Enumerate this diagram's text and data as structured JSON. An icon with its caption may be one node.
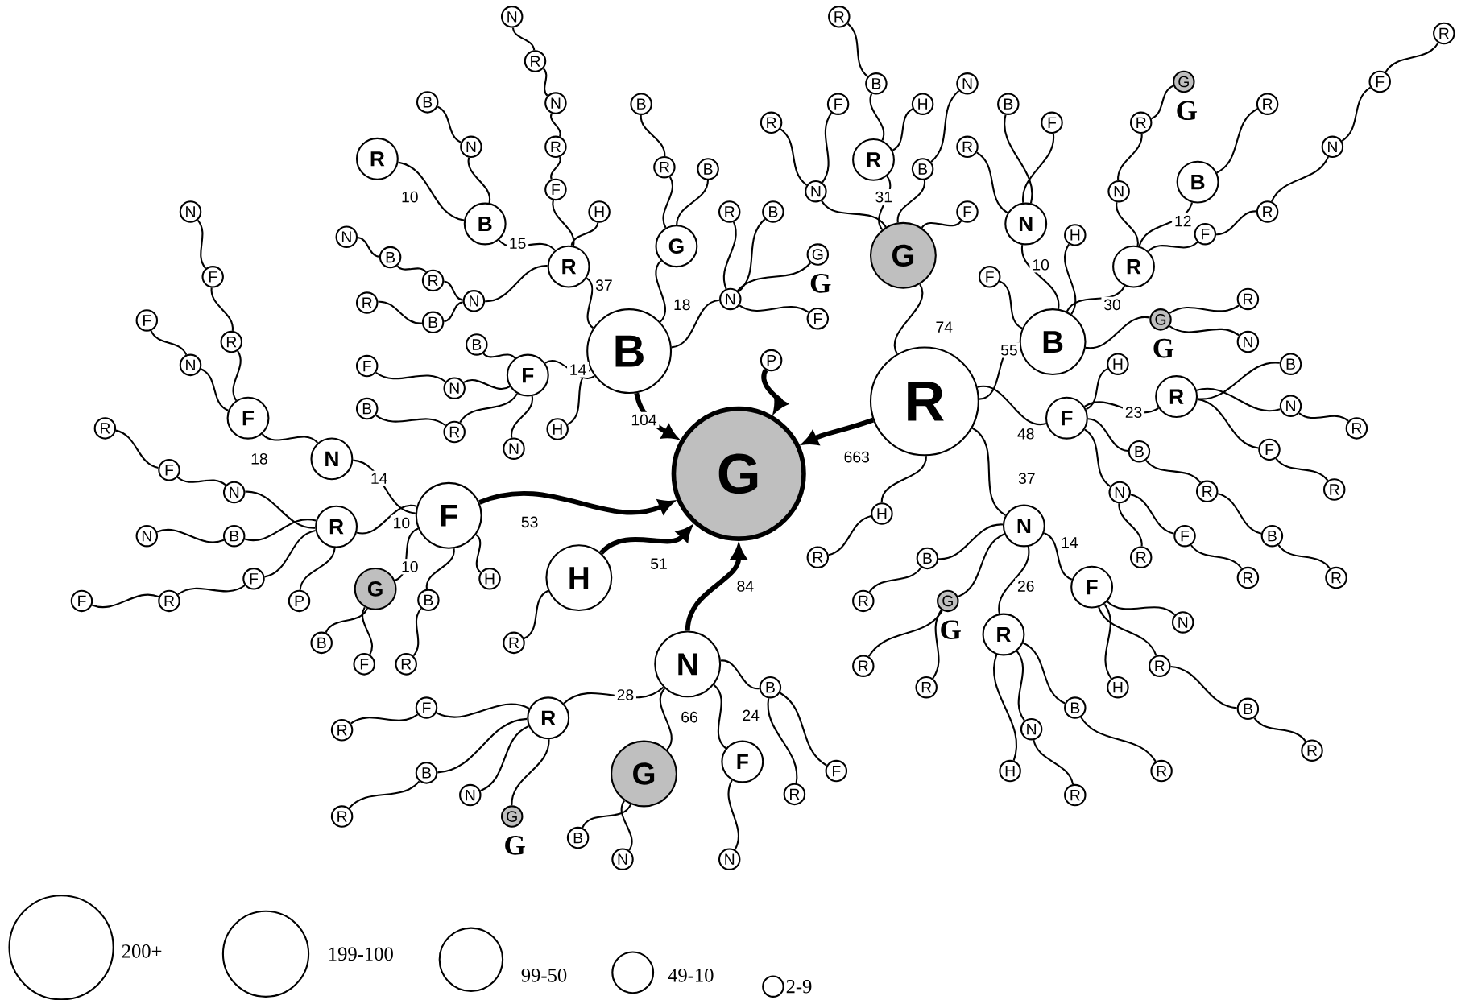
{
  "diagram": {
    "nodes": [
      {
        "text": [
          "G"
        ]
      },
      {
        "text": [
          "B"
        ]
      },
      {
        "text": [
          "R"
        ]
      },
      {
        "text": [
          "B"
        ]
      },
      {
        "text": [
          "R"
        ]
      },
      {
        "text": [
          "N"
        ]
      },
      {
        "text": [
          "B"
        ]
      },
      {
        "text": [
          "F"
        ]
      },
      {
        "text": [
          "R"
        ]
      },
      {
        "text": [
          "N"
        ]
      },
      {
        "text": [
          "R"
        ]
      },
      {
        "text": [
          "N"
        ]
      },
      {
        "text": [
          "H"
        ]
      },
      {
        "text": [
          "N"
        ]
      },
      {
        "text": [
          "R"
        ]
      },
      {
        "text": [
          "B"
        ]
      },
      {
        "text": [
          "N"
        ]
      },
      {
        "text": [
          "B"
        ]
      },
      {
        "text": [
          "R"
        ]
      },
      {
        "text": [
          "G"
        ]
      },
      {
        "text": [
          "R"
        ]
      },
      {
        "text": [
          "B"
        ]
      },
      {
        "text": [
          "B"
        ]
      },
      {
        "text": [
          "N"
        ]
      },
      {
        "text": [
          "R"
        ]
      },
      {
        "text": [
          "B"
        ]
      },
      {
        "text": [
          "G"
        ],
        "beside": [
          "G"
        ]
      },
      {
        "text": [
          "F"
        ]
      },
      {
        "text": [
          "F"
        ]
      },
      {
        "text": [
          "B"
        ]
      },
      {
        "text": [
          "N"
        ]
      },
      {
        "text": [
          "F"
        ]
      },
      {
        "text": [
          "R"
        ]
      },
      {
        "text": [
          "B"
        ]
      },
      {
        "text": [
          "N"
        ]
      },
      {
        "text": [
          "H"
        ]
      },
      {
        "text": [
          "P"
        ]
      },
      {
        "text": [
          "R"
        ]
      },
      {
        "text": [
          "G"
        ]
      },
      {
        "text": [
          "N"
        ]
      },
      {
        "text": [
          "R"
        ]
      },
      {
        "text": [
          "F"
        ]
      },
      {
        "text": [
          "R"
        ]
      },
      {
        "text": [
          "B"
        ]
      },
      {
        "text": [
          "R"
        ]
      },
      {
        "text": [
          "H"
        ]
      },
      {
        "text": [
          "B"
        ]
      },
      {
        "text": [
          "N"
        ]
      },
      {
        "text": [
          "F"
        ]
      },
      {
        "text": [
          "B"
        ]
      },
      {
        "text": [
          "F"
        ]
      },
      {
        "text": [
          "N"
        ]
      },
      {
        "text": [
          "R"
        ]
      },
      {
        "text": [
          "B"
        ]
      },
      {
        "text": [
          "F"
        ]
      },
      {
        "text": [
          "H"
        ]
      },
      {
        "text": [
          "R"
        ]
      },
      {
        "text": [
          "N"
        ]
      },
      {
        "text": [
          "R"
        ]
      },
      {
        "text": [
          "G"
        ],
        "beside": [
          "G"
        ]
      },
      {
        "text": [
          "B"
        ]
      },
      {
        "text": [
          "R"
        ]
      },
      {
        "text": [
          "F"
        ]
      },
      {
        "text": [
          "R"
        ]
      },
      {
        "text": [
          "N"
        ]
      },
      {
        "text": [
          "F"
        ]
      },
      {
        "text": [
          "R"
        ]
      },
      {
        "text": [
          "G"
        ],
        "beside": [
          "G"
        ]
      },
      {
        "text": [
          "R"
        ]
      },
      {
        "text": [
          "N"
        ]
      },
      {
        "text": [
          "F"
        ]
      },
      {
        "text": [
          "H"
        ]
      },
      {
        "text": [
          "R"
        ]
      },
      {
        "text": [
          "B"
        ]
      },
      {
        "text": [
          "N"
        ]
      },
      {
        "text": [
          "R"
        ]
      },
      {
        "text": [
          "F"
        ]
      },
      {
        "text": [
          "R"
        ]
      },
      {
        "text": [
          "B"
        ]
      },
      {
        "text": [
          "R"
        ]
      },
      {
        "text": [
          "B"
        ]
      },
      {
        "text": [
          "R"
        ]
      },
      {
        "text": [
          "N"
        ]
      },
      {
        "text": [
          "R"
        ]
      },
      {
        "text": [
          "F"
        ]
      },
      {
        "text": [
          "R"
        ]
      },
      {
        "text": [
          "N"
        ]
      },
      {
        "text": [
          "B"
        ]
      },
      {
        "text": [
          "R"
        ]
      },
      {
        "text": [
          "G"
        ],
        "beside": [
          "G"
        ]
      },
      {
        "text": [
          "R"
        ]
      },
      {
        "text": [
          "R"
        ]
      },
      {
        "text": [
          "R"
        ]
      },
      {
        "text": [
          "H"
        ]
      },
      {
        "text": [
          "N"
        ]
      },
      {
        "text": [
          "R"
        ]
      },
      {
        "text": [
          "B"
        ]
      },
      {
        "text": [
          "R"
        ]
      },
      {
        "text": [
          "F"
        ]
      },
      {
        "text": [
          "N"
        ]
      },
      {
        "text": [
          "H"
        ]
      },
      {
        "text": [
          "R"
        ]
      },
      {
        "text": [
          "B"
        ]
      },
      {
        "text": [
          "R"
        ]
      },
      {
        "text": [
          "H"
        ]
      },
      {
        "text": [
          "R"
        ]
      },
      {
        "text": [
          "F"
        ]
      },
      {
        "text": [
          "N"
        ]
      },
      {
        "text": [
          "F"
        ]
      },
      {
        "text": [
          "N"
        ]
      },
      {
        "text": [
          "F"
        ]
      },
      {
        "text": [
          "R"
        ]
      },
      {
        "text": [
          "F"
        ]
      },
      {
        "text": [
          "N"
        ]
      },
      {
        "text": [
          "R"
        ]
      },
      {
        "text": [
          "N"
        ]
      },
      {
        "text": [
          "F"
        ]
      },
      {
        "text": [
          "R"
        ]
      },
      {
        "text": [
          "B"
        ]
      },
      {
        "text": [
          "N"
        ]
      },
      {
        "text": [
          "F"
        ]
      },
      {
        "text": [
          "R"
        ]
      },
      {
        "text": [
          "F"
        ]
      },
      {
        "text": [
          "P"
        ]
      },
      {
        "text": [
          "G"
        ]
      },
      {
        "text": [
          "B"
        ]
      },
      {
        "text": [
          "F"
        ]
      },
      {
        "text": [
          "B"
        ]
      },
      {
        "text": [
          "R"
        ]
      },
      {
        "text": [
          "H"
        ]
      },
      {
        "text": [
          "H"
        ]
      },
      {
        "text": [
          "R"
        ]
      },
      {
        "text": [
          "N"
        ]
      },
      {
        "text": [
          "R"
        ]
      },
      {
        "text": [
          "F"
        ]
      },
      {
        "text": [
          "R"
        ]
      },
      {
        "text": [
          "B"
        ]
      },
      {
        "text": [
          "R"
        ]
      },
      {
        "text": [
          "N"
        ]
      },
      {
        "text": [
          "G"
        ],
        "beside": [
          "G"
        ]
      },
      {
        "text": [
          "G"
        ]
      },
      {
        "text": [
          "B"
        ]
      },
      {
        "text": [
          "N"
        ]
      },
      {
        "text": [
          "F"
        ]
      },
      {
        "text": [
          "N"
        ]
      },
      {
        "text": [
          "B"
        ]
      },
      {
        "text": [
          "R"
        ]
      },
      {
        "text": [
          "F"
        ]
      }
    ],
    "edges": [
      {
        "from": 1,
        "to": 0,
        "arrow": "to",
        "label": "104",
        "style": "thick"
      },
      {
        "from": 36,
        "to": 0,
        "arrow": "to",
        "style": "thick"
      },
      {
        "from": 37,
        "to": 0,
        "arrow": "to",
        "label": "663",
        "style": "thick"
      },
      {
        "from": 106,
        "to": 0,
        "arrow": "to",
        "label": "53",
        "style": "thick"
      },
      {
        "from": 130,
        "to": 0,
        "arrow": "to",
        "label": "51",
        "style": "thick"
      },
      {
        "from": 132,
        "to": 0,
        "arrow": "to",
        "label": "84",
        "style": "thick"
      },
      {
        "from": 1,
        "to": 2,
        "arrow": "none",
        "label": "37"
      },
      {
        "from": 2,
        "to": 3,
        "arrow": "none",
        "label": "15"
      },
      {
        "from": 3,
        "to": 4,
        "arrow": "none",
        "label": "10"
      },
      {
        "from": 3,
        "to": 5,
        "arrow": "none"
      },
      {
        "from": 5,
        "to": 6,
        "arrow": "none"
      },
      {
        "from": 2,
        "to": 7,
        "arrow": "none"
      },
      {
        "from": 7,
        "to": 8,
        "arrow": "none"
      },
      {
        "from": 8,
        "to": 9,
        "arrow": "none"
      },
      {
        "from": 9,
        "to": 10,
        "arrow": "none"
      },
      {
        "from": 10,
        "to": 11,
        "arrow": "none"
      },
      {
        "from": 2,
        "to": 12,
        "arrow": "none"
      },
      {
        "from": 2,
        "to": 13,
        "arrow": "none"
      },
      {
        "from": 13,
        "to": 14,
        "arrow": "none"
      },
      {
        "from": 14,
        "to": 15,
        "arrow": "none"
      },
      {
        "from": 15,
        "to": 16,
        "arrow": "none"
      },
      {
        "from": 13,
        "to": 17,
        "arrow": "none"
      },
      {
        "from": 17,
        "to": 18,
        "arrow": "none"
      },
      {
        "from": 1,
        "to": 19,
        "arrow": "none",
        "label": "18"
      },
      {
        "from": 19,
        "to": 20,
        "arrow": "none"
      },
      {
        "from": 20,
        "to": 21,
        "arrow": "none"
      },
      {
        "from": 19,
        "to": 22,
        "arrow": "none"
      },
      {
        "from": 1,
        "to": 23,
        "arrow": "none"
      },
      {
        "from": 23,
        "to": 24,
        "arrow": "none"
      },
      {
        "from": 23,
        "to": 25,
        "arrow": "none"
      },
      {
        "from": 23,
        "to": 26,
        "arrow": "none"
      },
      {
        "from": 23,
        "to": 27,
        "arrow": "none"
      },
      {
        "from": 1,
        "to": 28,
        "arrow": "none",
        "label": "14"
      },
      {
        "from": 28,
        "to": 29,
        "arrow": "none"
      },
      {
        "from": 28,
        "to": 30,
        "arrow": "none"
      },
      {
        "from": 30,
        "to": 31,
        "arrow": "none"
      },
      {
        "from": 28,
        "to": 32,
        "arrow": "none"
      },
      {
        "from": 32,
        "to": 33,
        "arrow": "none"
      },
      {
        "from": 28,
        "to": 34,
        "arrow": "none"
      },
      {
        "from": 1,
        "to": 35,
        "arrow": "none"
      },
      {
        "from": 37,
        "to": 38,
        "arrow": "none",
        "label": "74"
      },
      {
        "from": 38,
        "to": 39,
        "arrow": "none"
      },
      {
        "from": 39,
        "to": 40,
        "arrow": "none"
      },
      {
        "from": 39,
        "to": 41,
        "arrow": "none"
      },
      {
        "from": 38,
        "to": 42,
        "arrow": "none",
        "label": "31"
      },
      {
        "from": 42,
        "to": 43,
        "arrow": "none"
      },
      {
        "from": 43,
        "to": 44,
        "arrow": "none"
      },
      {
        "from": 42,
        "to": 45,
        "arrow": "none"
      },
      {
        "from": 38,
        "to": 46,
        "arrow": "none"
      },
      {
        "from": 46,
        "to": 47,
        "arrow": "none"
      },
      {
        "from": 38,
        "to": 48,
        "arrow": "none"
      },
      {
        "from": 37,
        "to": 49,
        "arrow": "none",
        "label": "55"
      },
      {
        "from": 49,
        "to": 50,
        "arrow": "none"
      },
      {
        "from": 49,
        "to": 51,
        "arrow": "none",
        "label": "10"
      },
      {
        "from": 51,
        "to": 52,
        "arrow": "none"
      },
      {
        "from": 51,
        "to": 53,
        "arrow": "none"
      },
      {
        "from": 51,
        "to": 54,
        "arrow": "none"
      },
      {
        "from": 49,
        "to": 55,
        "arrow": "none"
      },
      {
        "from": 49,
        "to": 56,
        "arrow": "none",
        "label": "30"
      },
      {
        "from": 56,
        "to": 57,
        "arrow": "none"
      },
      {
        "from": 57,
        "to": 58,
        "arrow": "none"
      },
      {
        "from": 58,
        "to": 59,
        "arrow": "none"
      },
      {
        "from": 56,
        "to": 60,
        "arrow": "none",
        "label": "12"
      },
      {
        "from": 60,
        "to": 61,
        "arrow": "none"
      },
      {
        "from": 56,
        "to": 62,
        "arrow": "none"
      },
      {
        "from": 62,
        "to": 63,
        "arrow": "none"
      },
      {
        "from": 63,
        "to": 64,
        "arrow": "none"
      },
      {
        "from": 64,
        "to": 65,
        "arrow": "none"
      },
      {
        "from": 65,
        "to": 66,
        "arrow": "none"
      },
      {
        "from": 49,
        "to": 67,
        "arrow": "none"
      },
      {
        "from": 67,
        "to": 68,
        "arrow": "none"
      },
      {
        "from": 67,
        "to": 69,
        "arrow": "none"
      },
      {
        "from": 37,
        "to": 70,
        "arrow": "none",
        "label": "48"
      },
      {
        "from": 70,
        "to": 71,
        "arrow": "none"
      },
      {
        "from": 70,
        "to": 72,
        "arrow": "none",
        "label": "23"
      },
      {
        "from": 72,
        "to": 73,
        "arrow": "none"
      },
      {
        "from": 72,
        "to": 74,
        "arrow": "none"
      },
      {
        "from": 74,
        "to": 75,
        "arrow": "none"
      },
      {
        "from": 72,
        "to": 76,
        "arrow": "none"
      },
      {
        "from": 76,
        "to": 77,
        "arrow": "none"
      },
      {
        "from": 70,
        "to": 78,
        "arrow": "none"
      },
      {
        "from": 78,
        "to": 79,
        "arrow": "none"
      },
      {
        "from": 79,
        "to": 80,
        "arrow": "none"
      },
      {
        "from": 80,
        "to": 81,
        "arrow": "none"
      },
      {
        "from": 70,
        "to": 82,
        "arrow": "none"
      },
      {
        "from": 82,
        "to": 83,
        "arrow": "none"
      },
      {
        "from": 82,
        "to": 84,
        "arrow": "none"
      },
      {
        "from": 84,
        "to": 85,
        "arrow": "none"
      },
      {
        "from": 37,
        "to": 86,
        "arrow": "none",
        "label": "37"
      },
      {
        "from": 86,
        "to": 87,
        "arrow": "none"
      },
      {
        "from": 87,
        "to": 88,
        "arrow": "none"
      },
      {
        "from": 86,
        "to": 89,
        "arrow": "none"
      },
      {
        "from": 89,
        "to": 90,
        "arrow": "none"
      },
      {
        "from": 89,
        "to": 91,
        "arrow": "none"
      },
      {
        "from": 86,
        "to": 92,
        "arrow": "none",
        "label": "26"
      },
      {
        "from": 92,
        "to": 93,
        "arrow": "none"
      },
      {
        "from": 92,
        "to": 94,
        "arrow": "none"
      },
      {
        "from": 94,
        "to": 95,
        "arrow": "none"
      },
      {
        "from": 92,
        "to": 96,
        "arrow": "none"
      },
      {
        "from": 96,
        "to": 97,
        "arrow": "none"
      },
      {
        "from": 86,
        "to": 98,
        "arrow": "none",
        "label": "14"
      },
      {
        "from": 98,
        "to": 99,
        "arrow": "none"
      },
      {
        "from": 98,
        "to": 100,
        "arrow": "none"
      },
      {
        "from": 98,
        "to": 101,
        "arrow": "none"
      },
      {
        "from": 101,
        "to": 102,
        "arrow": "none"
      },
      {
        "from": 102,
        "to": 103,
        "arrow": "none"
      },
      {
        "from": 37,
        "to": 104,
        "arrow": "none"
      },
      {
        "from": 104,
        "to": 105,
        "arrow": "none"
      },
      {
        "from": 106,
        "to": 107,
        "arrow": "none",
        "label": "14"
      },
      {
        "from": 107,
        "to": 108,
        "arrow": "none",
        "label": "18"
      },
      {
        "from": 108,
        "to": 109,
        "arrow": "none"
      },
      {
        "from": 109,
        "to": 110,
        "arrow": "none"
      },
      {
        "from": 108,
        "to": 111,
        "arrow": "none"
      },
      {
        "from": 111,
        "to": 112,
        "arrow": "none"
      },
      {
        "from": 112,
        "to": 113,
        "arrow": "none"
      },
      {
        "from": 106,
        "to": 114,
        "arrow": "none",
        "label": "10"
      },
      {
        "from": 114,
        "to": 115,
        "arrow": "none"
      },
      {
        "from": 115,
        "to": 116,
        "arrow": "none"
      },
      {
        "from": 116,
        "to": 117,
        "arrow": "none"
      },
      {
        "from": 114,
        "to": 118,
        "arrow": "none"
      },
      {
        "from": 118,
        "to": 119,
        "arrow": "none"
      },
      {
        "from": 114,
        "to": 120,
        "arrow": "none"
      },
      {
        "from": 120,
        "to": 121,
        "arrow": "none"
      },
      {
        "from": 121,
        "to": 122,
        "arrow": "none"
      },
      {
        "from": 114,
        "to": 123,
        "arrow": "none"
      },
      {
        "from": 106,
        "to": 124,
        "arrow": "none",
        "label": "10"
      },
      {
        "from": 124,
        "to": 125,
        "arrow": "none"
      },
      {
        "from": 124,
        "to": 126,
        "arrow": "none"
      },
      {
        "from": 106,
        "to": 127,
        "arrow": "none"
      },
      {
        "from": 127,
        "to": 128,
        "arrow": "none"
      },
      {
        "from": 106,
        "to": 129,
        "arrow": "none"
      },
      {
        "from": 130,
        "to": 131,
        "arrow": "none"
      },
      {
        "from": 132,
        "to": 133,
        "arrow": "none",
        "label": "28"
      },
      {
        "from": 133,
        "to": 134,
        "arrow": "none"
      },
      {
        "from": 134,
        "to": 135,
        "arrow": "none"
      },
      {
        "from": 133,
        "to": 136,
        "arrow": "none"
      },
      {
        "from": 136,
        "to": 137,
        "arrow": "none"
      },
      {
        "from": 133,
        "to": 138,
        "arrow": "none"
      },
      {
        "from": 133,
        "to": 139,
        "arrow": "none"
      },
      {
        "from": 132,
        "to": 140,
        "arrow": "none",
        "label": "66"
      },
      {
        "from": 140,
        "to": 141,
        "arrow": "none"
      },
      {
        "from": 140,
        "to": 142,
        "arrow": "none"
      },
      {
        "from": 132,
        "to": 143,
        "arrow": "none",
        "label": "24"
      },
      {
        "from": 143,
        "to": 144,
        "arrow": "none"
      },
      {
        "from": 132,
        "to": 145,
        "arrow": "none"
      },
      {
        "from": 145,
        "to": 146,
        "arrow": "none"
      },
      {
        "from": 145,
        "to": 147,
        "arrow": "none"
      }
    ],
    "legend": [
      {
        "text": "200+"
      },
      {
        "text": "199-100"
      },
      {
        "text": "99-50"
      },
      {
        "text": "49-10"
      },
      {
        "text": "2-9"
      }
    ]
  }
}
